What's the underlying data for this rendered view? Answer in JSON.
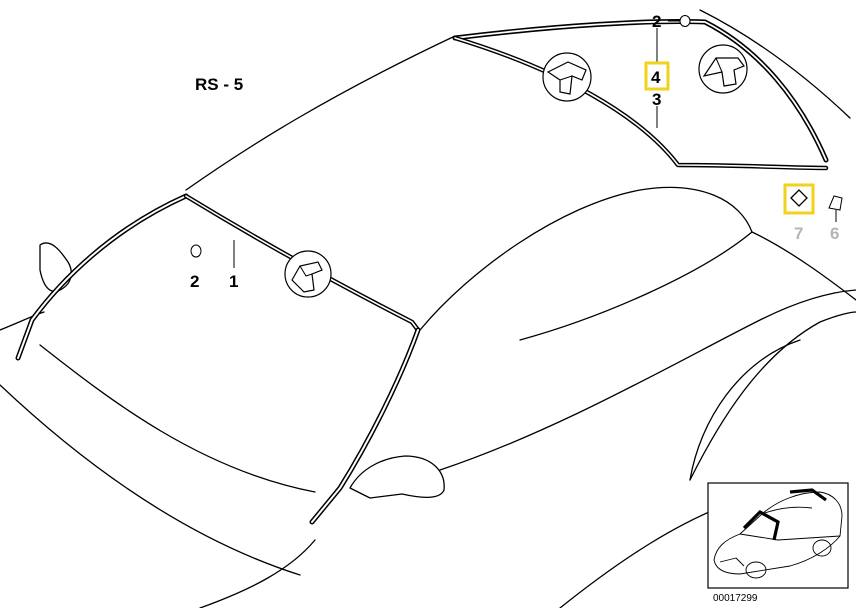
{
  "diagram": {
    "model_label": "RS - 5",
    "reference_number": "00017299",
    "callouts": [
      {
        "id": "c1",
        "text": "1",
        "highlighted": false,
        "faded": false
      },
      {
        "id": "c2a",
        "text": "2",
        "highlighted": false,
        "faded": false
      },
      {
        "id": "c2b",
        "text": "2",
        "highlighted": false,
        "faded": false
      },
      {
        "id": "c3",
        "text": "3",
        "highlighted": false,
        "faded": false
      },
      {
        "id": "c4",
        "text": "4",
        "highlighted": true,
        "faded": false
      },
      {
        "id": "c6",
        "text": "6",
        "highlighted": false,
        "faded": true
      },
      {
        "id": "c7",
        "text": "7",
        "highlighted": false,
        "faded": true
      }
    ],
    "colors": {
      "line": "#000000",
      "highlight": "#f2d21b",
      "faded_text": "#b5b5b5",
      "background": "#ffffff"
    },
    "icons": [
      "clip-icon",
      "trim-end-cap-icon",
      "rubber-grommet-icon",
      "car-overview-thumbnail"
    ]
  }
}
